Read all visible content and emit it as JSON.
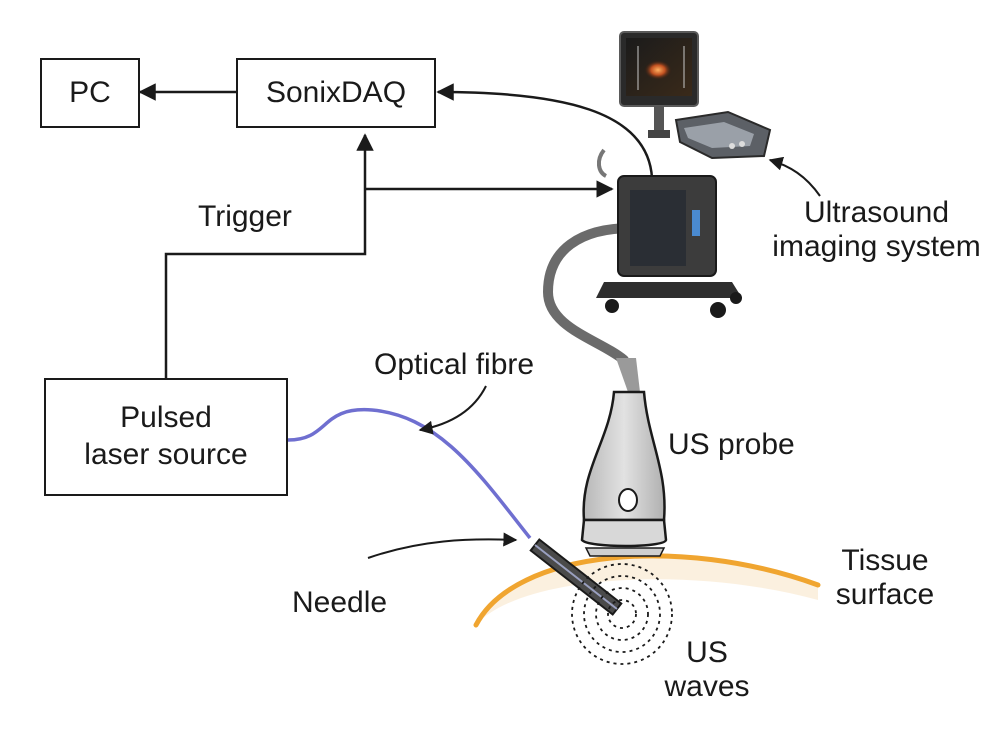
{
  "blocks": {
    "pc": "PC",
    "daq": "SonixDAQ",
    "laser_line1": "Pulsed",
    "laser_line2": "laser source"
  },
  "labels": {
    "trigger": "Trigger",
    "ultrasound_line1": "Ultrasound",
    "ultrasound_line2": "imaging system",
    "optical_fibre": "Optical fibre",
    "us_probe": "US probe",
    "tissue_line1": "Tissue",
    "tissue_line2": "surface",
    "needle": "Needle",
    "us_waves_line1": "US",
    "us_waves_line2": "waves"
  },
  "colors": {
    "line": "#1a1a1a",
    "fibre": "#6f6fd0",
    "tissue": "#f0a530",
    "tissue_fill": "#fbeedb",
    "cable": "#6b6b6b",
    "probe": "#cfcfcf",
    "cart": "#3c3c3c"
  },
  "icons": {
    "scanner": "ultrasound-cart-icon",
    "probe": "ultrasound-probe-icon",
    "needle": "needle-icon",
    "waves": "concentric-waves-icon"
  }
}
